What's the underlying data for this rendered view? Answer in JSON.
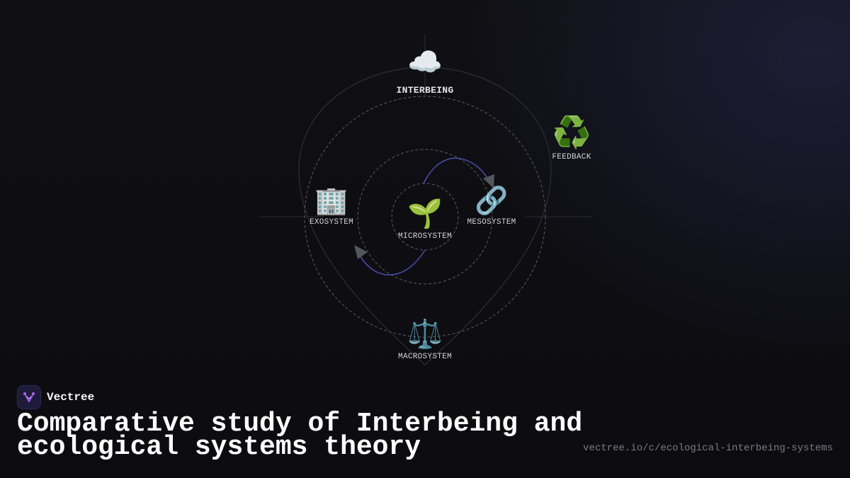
{
  "diagram": {
    "nodes": {
      "interbeing": {
        "label": "INTERBEING",
        "icon": "☁️",
        "icon_name": "cloud-icon"
      },
      "feedback": {
        "label": "FEEDBACK",
        "icon": "♻️",
        "icon_name": "recycle-icon"
      },
      "exosystem": {
        "label": "EXOSYSTEM",
        "icon": "🏢",
        "icon_name": "office-building-icon"
      },
      "microsystem": {
        "label": "MICROSYSTEM",
        "icon": "🌱",
        "icon_name": "seedling-icon"
      },
      "mesosystem": {
        "label": "MESOSYSTEM",
        "icon": "🔗",
        "icon_name": "link-icon"
      },
      "macrosystem": {
        "label": "MACROSYSTEM",
        "icon": "⚖️",
        "icon_name": "balance-scale-icon"
      }
    },
    "colors": {
      "flow_arrow": "#4a4aa8",
      "arrow_head": "#55555c",
      "dashed_ring": "#5a5a62",
      "outline": "#2e2e34"
    }
  },
  "brand": {
    "name": "Vectree",
    "logo_icon": "vectree-logo-icon"
  },
  "title": "Comparative study of Interbeing and ecological systems theory",
  "url": "vectree.io/c/ecological-interbeing-systems"
}
